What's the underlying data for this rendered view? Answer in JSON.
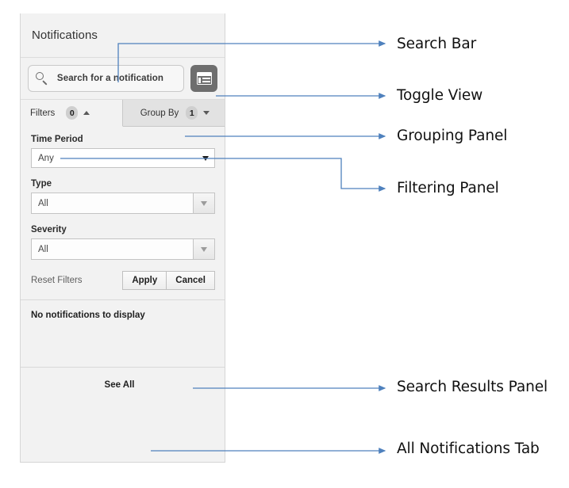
{
  "panel": {
    "header": {
      "title": "Notifications"
    },
    "search": {
      "placeholder": "Search for a notification",
      "value": "",
      "icon": "search-icon",
      "toggle_icon": "toggle-view-icon"
    },
    "tabs": [
      {
        "label": "Filters",
        "badge": "0",
        "caret": "caret-up-icon",
        "active": true
      },
      {
        "label": "Group By",
        "badge": "1",
        "caret": "caret-down-icon",
        "active": false
      }
    ],
    "filters": {
      "fields": [
        {
          "label": "Time Period",
          "value": "Any",
          "style": "plain"
        },
        {
          "label": "Type",
          "value": "All",
          "style": "combo"
        },
        {
          "label": "Severity",
          "value": "All",
          "style": "combo"
        }
      ],
      "reset_label": "Reset Filters",
      "apply_label": "Apply",
      "cancel_label": "Cancel"
    },
    "results": {
      "empty_message": "No notifications to display"
    },
    "footer": {
      "see_all_label": "See All"
    }
  },
  "annotations": [
    {
      "label": "Search Bar"
    },
    {
      "label": "Toggle View"
    },
    {
      "label": "Grouping Panel"
    },
    {
      "label": "Filtering Panel"
    },
    {
      "label": "Search Results Panel"
    },
    {
      "label": "All Notifications Tab"
    }
  ],
  "colors": {
    "panel_bg": "#f2f2f2",
    "panel_border": "#d6d6d6",
    "toggle_btn": "#6e6e6e",
    "badge": "#cfcfcf",
    "annotation_line": "#4f81bd",
    "active_tab": "#f2f2f2",
    "inactive_tab": "#e2e2e2"
  }
}
